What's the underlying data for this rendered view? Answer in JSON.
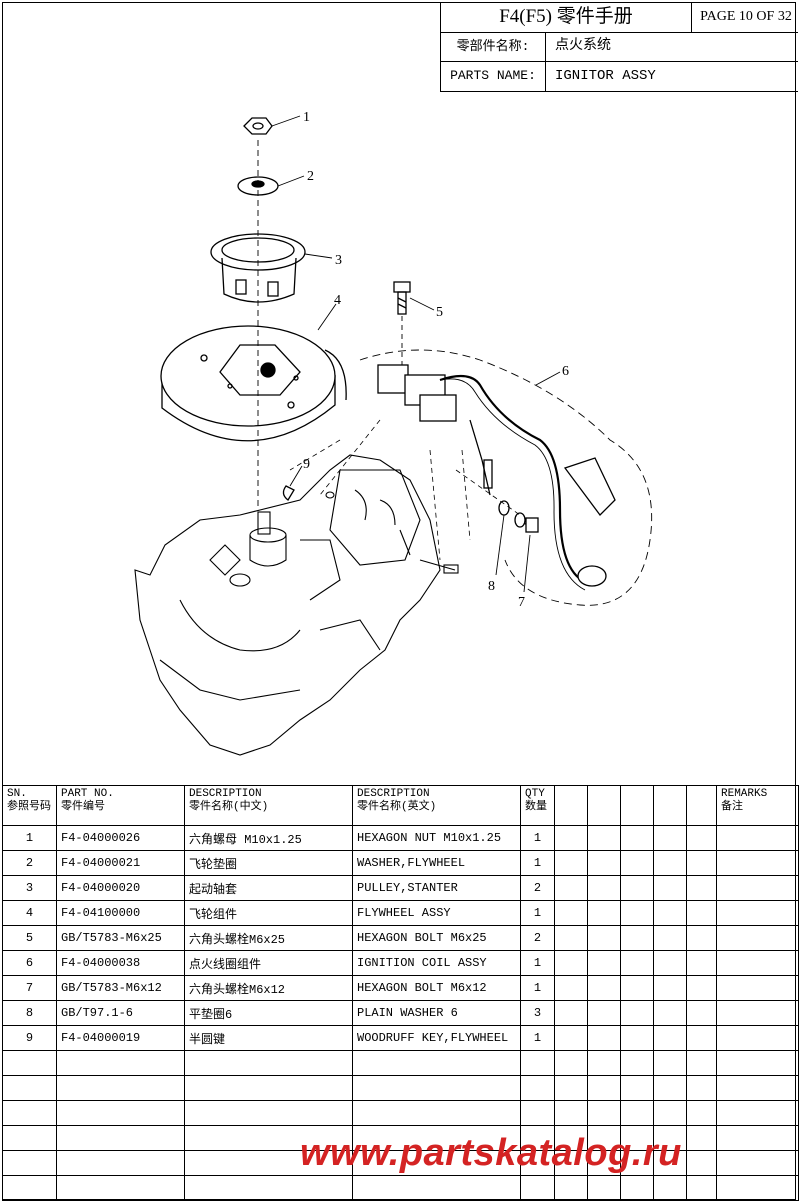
{
  "header": {
    "title": "F4(F5) 零件手册",
    "page": "PAGE 10 OF 32",
    "parts_name_cn_label": "零部件名称:",
    "parts_name_cn_value": "点火系统",
    "parts_name_en_label": "PARTS NAME:",
    "parts_name_en_value": "IGNITOR ASSY"
  },
  "diagram": {
    "callouts": [
      "1",
      "2",
      "3",
      "4",
      "5",
      "6",
      "7",
      "8",
      "9"
    ]
  },
  "table": {
    "headers": {
      "sn": [
        "SN.",
        "参照号码"
      ],
      "part_no": [
        "PART NO.",
        "零件编号"
      ],
      "desc_cn": [
        "DESCRIPTION",
        "零件名称(中文)"
      ],
      "desc_en": [
        "DESCRIPTION",
        "零件名称(英文)"
      ],
      "qty": [
        "QTY",
        "数量"
      ],
      "remarks": [
        "REMARKS",
        "备注"
      ]
    },
    "rows": [
      {
        "sn": "1",
        "part_no": "F4-04000026",
        "desc_cn": "六角螺母 M10x1.25",
        "desc_en": "HEXAGON NUT M10x1.25",
        "qty": "1"
      },
      {
        "sn": "2",
        "part_no": "F4-04000021",
        "desc_cn": "飞轮垫圈",
        "desc_en": "WASHER,FLYWHEEL",
        "qty": "1"
      },
      {
        "sn": "3",
        "part_no": "F4-04000020",
        "desc_cn": "起动轴套",
        "desc_en": "PULLEY,STANTER",
        "qty": "2"
      },
      {
        "sn": "4",
        "part_no": "F4-04100000",
        "desc_cn": "飞轮组件",
        "desc_en": "FLYWHEEL ASSY",
        "qty": "1"
      },
      {
        "sn": "5",
        "part_no": "GB/T5783-M6x25",
        "desc_cn": "六角头螺栓M6x25",
        "desc_en": "HEXAGON BOLT M6x25",
        "qty": "2"
      },
      {
        "sn": "6",
        "part_no": "F4-04000038",
        "desc_cn": "点火线圈组件",
        "desc_en": "IGNITION COIL ASSY",
        "qty": "1"
      },
      {
        "sn": "7",
        "part_no": "GB/T5783-M6x12",
        "desc_cn": "六角头螺栓M6x12",
        "desc_en": "HEXAGON BOLT M6x12",
        "qty": "1"
      },
      {
        "sn": "8",
        "part_no": "GB/T97.1-6",
        "desc_cn": "平垫圈6",
        "desc_en": "PLAIN WASHER 6",
        "qty": "3"
      },
      {
        "sn": "9",
        "part_no": "F4-04000019",
        "desc_cn": "半圆键",
        "desc_en": "WOODRUFF KEY,FLYWHEEL",
        "qty": "1"
      }
    ],
    "empty_rows": 6
  },
  "watermark": "www.partskatalog.ru"
}
